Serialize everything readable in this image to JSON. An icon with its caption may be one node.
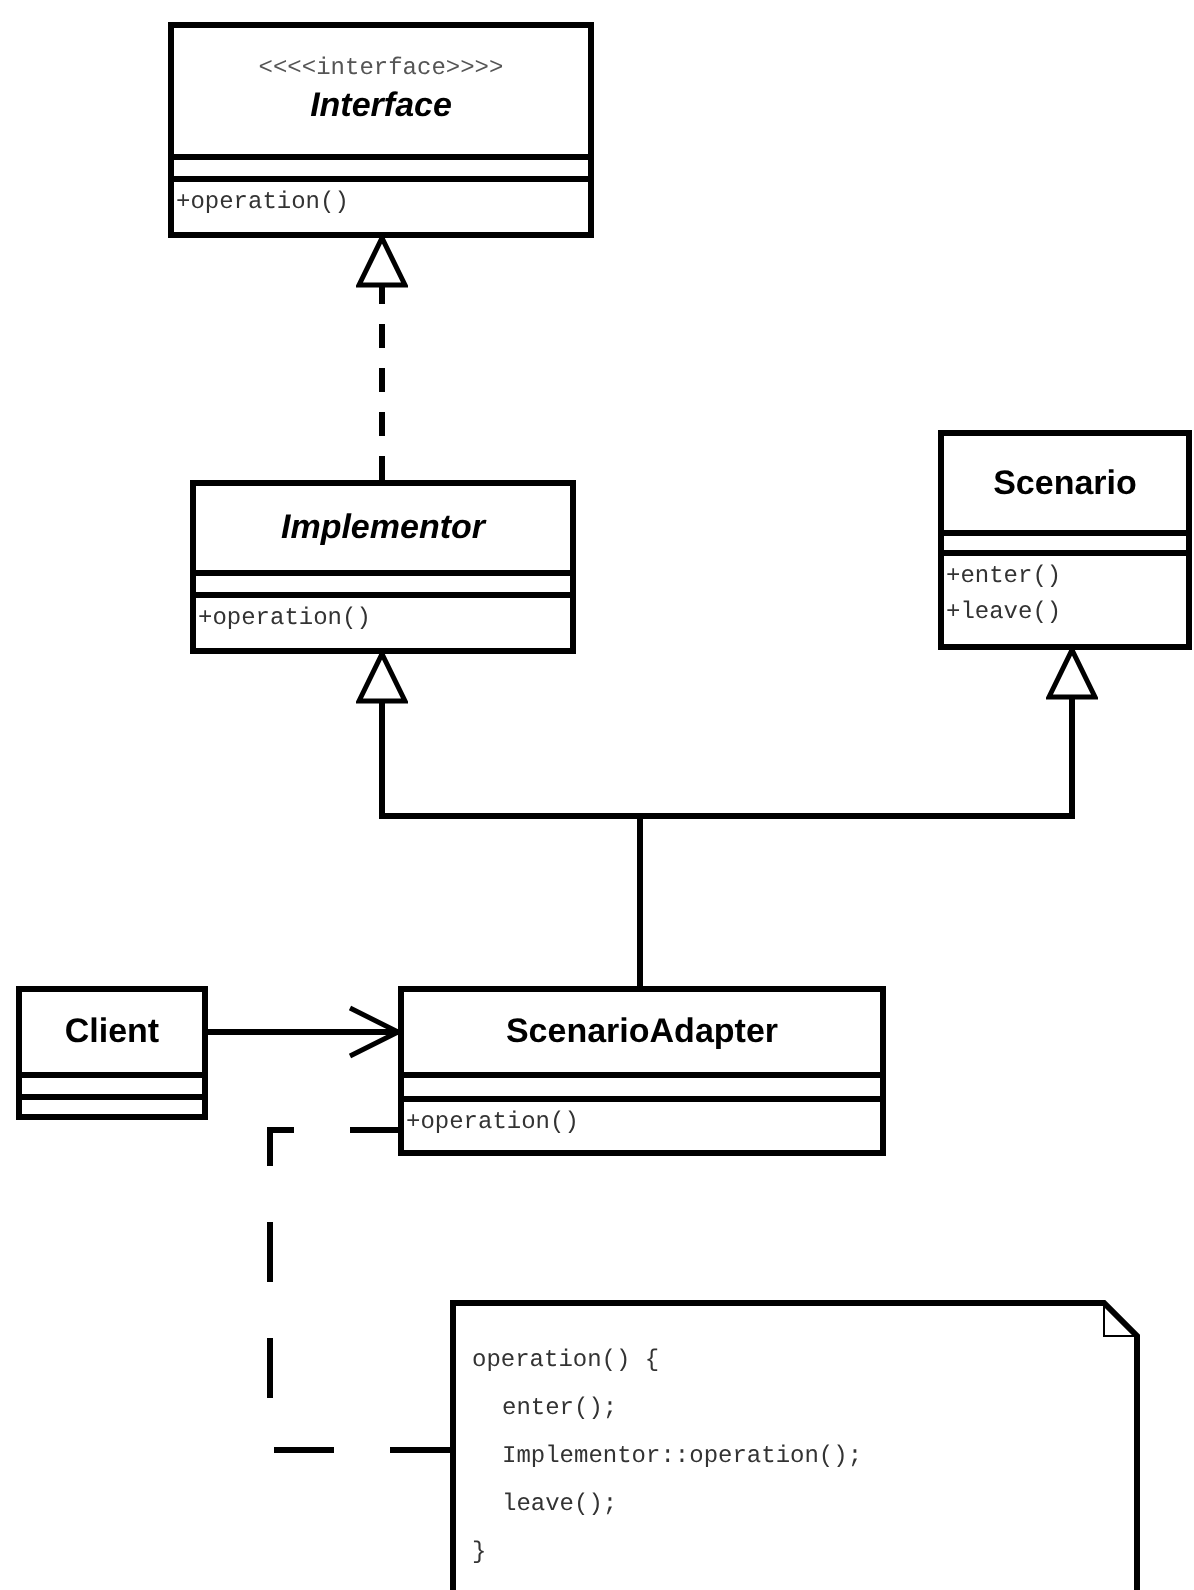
{
  "diagram": {
    "nodes": [
      {
        "text": [
          "<<<<interface>>>>",
          "Interface",
          "+operation()"
        ]
      },
      {
        "text": [
          "Implementor",
          "+operation()"
        ]
      },
      {
        "text": [
          "Scenario",
          "+enter()",
          "+leave()"
        ]
      },
      {
        "text": [
          "Client"
        ]
      },
      {
        "text": [
          "ScenarioAdapter",
          "+operation()"
        ]
      },
      {
        "text": [
          "operation() {",
          "enter();",
          "Implementor::operation();",
          "leave();",
          "}"
        ]
      }
    ],
    "edges": [
      {
        "from": 1,
        "to": 0,
        "arrow": "to",
        "style": "dashed"
      },
      {
        "from": 4,
        "to": 1,
        "arrow": "to"
      },
      {
        "from": 4,
        "to": 2,
        "arrow": "to"
      },
      {
        "from": 3,
        "to": 4,
        "arrow": "to"
      },
      {
        "from": 5,
        "to": 4,
        "arrow": "none",
        "style": "dashed"
      }
    ]
  }
}
